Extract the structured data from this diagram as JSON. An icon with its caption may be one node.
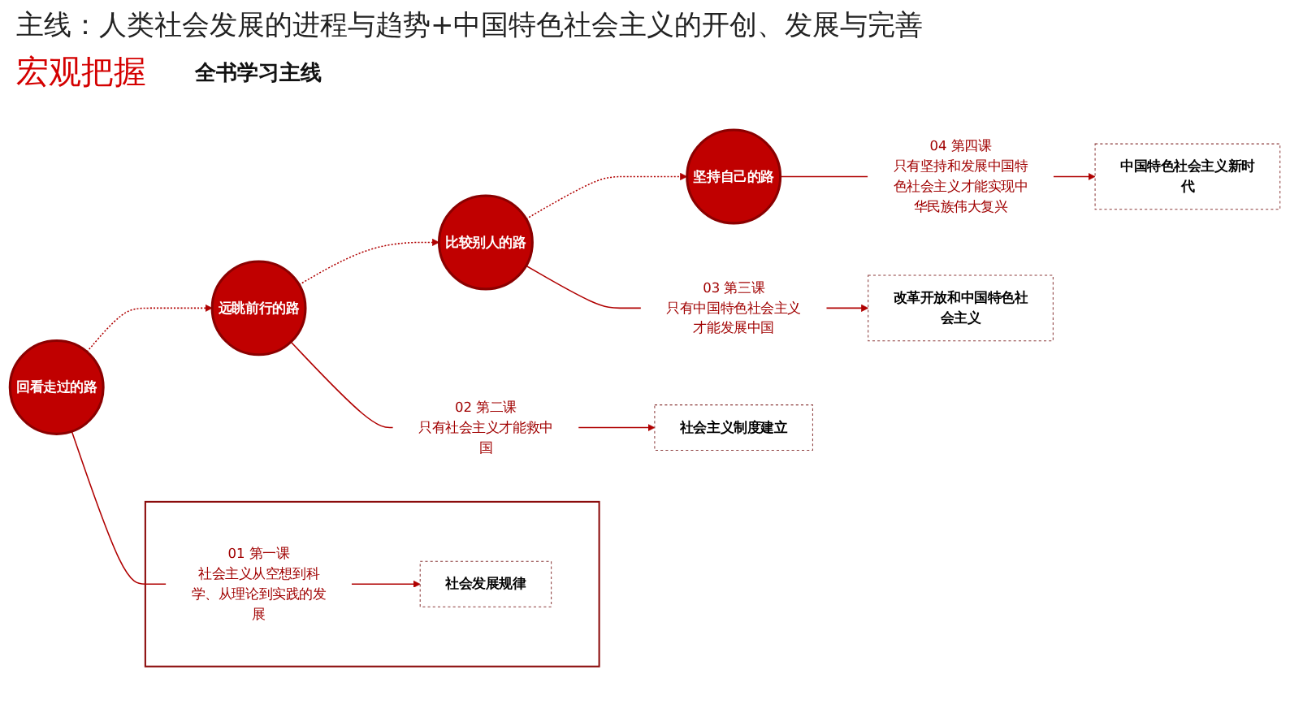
{
  "diagram": {
    "title": "主线：人类社会发展的进程与趋势+中国特色社会主义的开创、发展与完善",
    "nodes": [
      {
        "text": [
          "回看走过的路"
        ]
      },
      {
        "text": [
          "远眺前行的路"
        ]
      },
      {
        "text": [
          "比较别人的路"
        ]
      },
      {
        "text": [
          "坚持自己的路"
        ]
      },
      {
        "text": [
          "02 第二课",
          "只有社会主义才能救中国"
        ]
      },
      {
        "text": [
          "社会主义制度建立"
        ]
      },
      {
        "text": [
          "03 第三课",
          "只有中国特色社会主义才能发展中国"
        ]
      },
      {
        "text": [
          "改革开放和中国特色社会主义"
        ]
      },
      {
        "text": [],
        "shape": "box"
      },
      {
        "text": [
          "01 第一课",
          "社会主义从空想到科学、从理论到实践的发展"
        ],
        "in": 8
      },
      {
        "text": [
          "社会发展规律"
        ],
        "in": 8
      },
      {
        "text": [
          "04 第四课",
          "只有坚持和发展中国特色社会主义才能实现中华民族伟大复兴"
        ]
      },
      {
        "text": [
          "中国特色社会主义新时代"
        ]
      }
    ],
    "edges": [
      {
        "from": 0,
        "to": 1,
        "arrow": "to",
        "style": "dashed"
      },
      {
        "from": 1,
        "to": 2,
        "arrow": "to",
        "style": "dashed"
      },
      {
        "from": 2,
        "to": 3,
        "arrow": "to",
        "style": "dashed"
      },
      {
        "from": 1,
        "to": 4,
        "arrow": "none"
      },
      {
        "from": 4,
        "to": 5,
        "arrow": "to"
      },
      {
        "from": 2,
        "to": 6,
        "arrow": "none"
      },
      {
        "from": 6,
        "to": 7,
        "arrow": "to"
      },
      {
        "from": 0,
        "to": 9,
        "arrow": "none"
      },
      {
        "from": 9,
        "to": 10,
        "arrow": "to"
      },
      {
        "from": 3,
        "to": 11,
        "arrow": "none"
      },
      {
        "from": 11,
        "to": 12,
        "arrow": "to"
      }
    ],
    "labels": [
      "宏观把握",
      "全书学习主线"
    ]
  }
}
